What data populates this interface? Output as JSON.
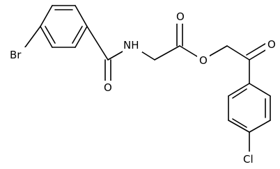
{
  "atom_labels": {
    "br": "Br",
    "nh": "NH",
    "o_amide": "O",
    "o_ester_carbonyl": "O",
    "o_ester": "O",
    "o_ketone": "O",
    "cl": "Cl"
  },
  "colors": {
    "bond": "#000000",
    "background": "#ffffff"
  }
}
